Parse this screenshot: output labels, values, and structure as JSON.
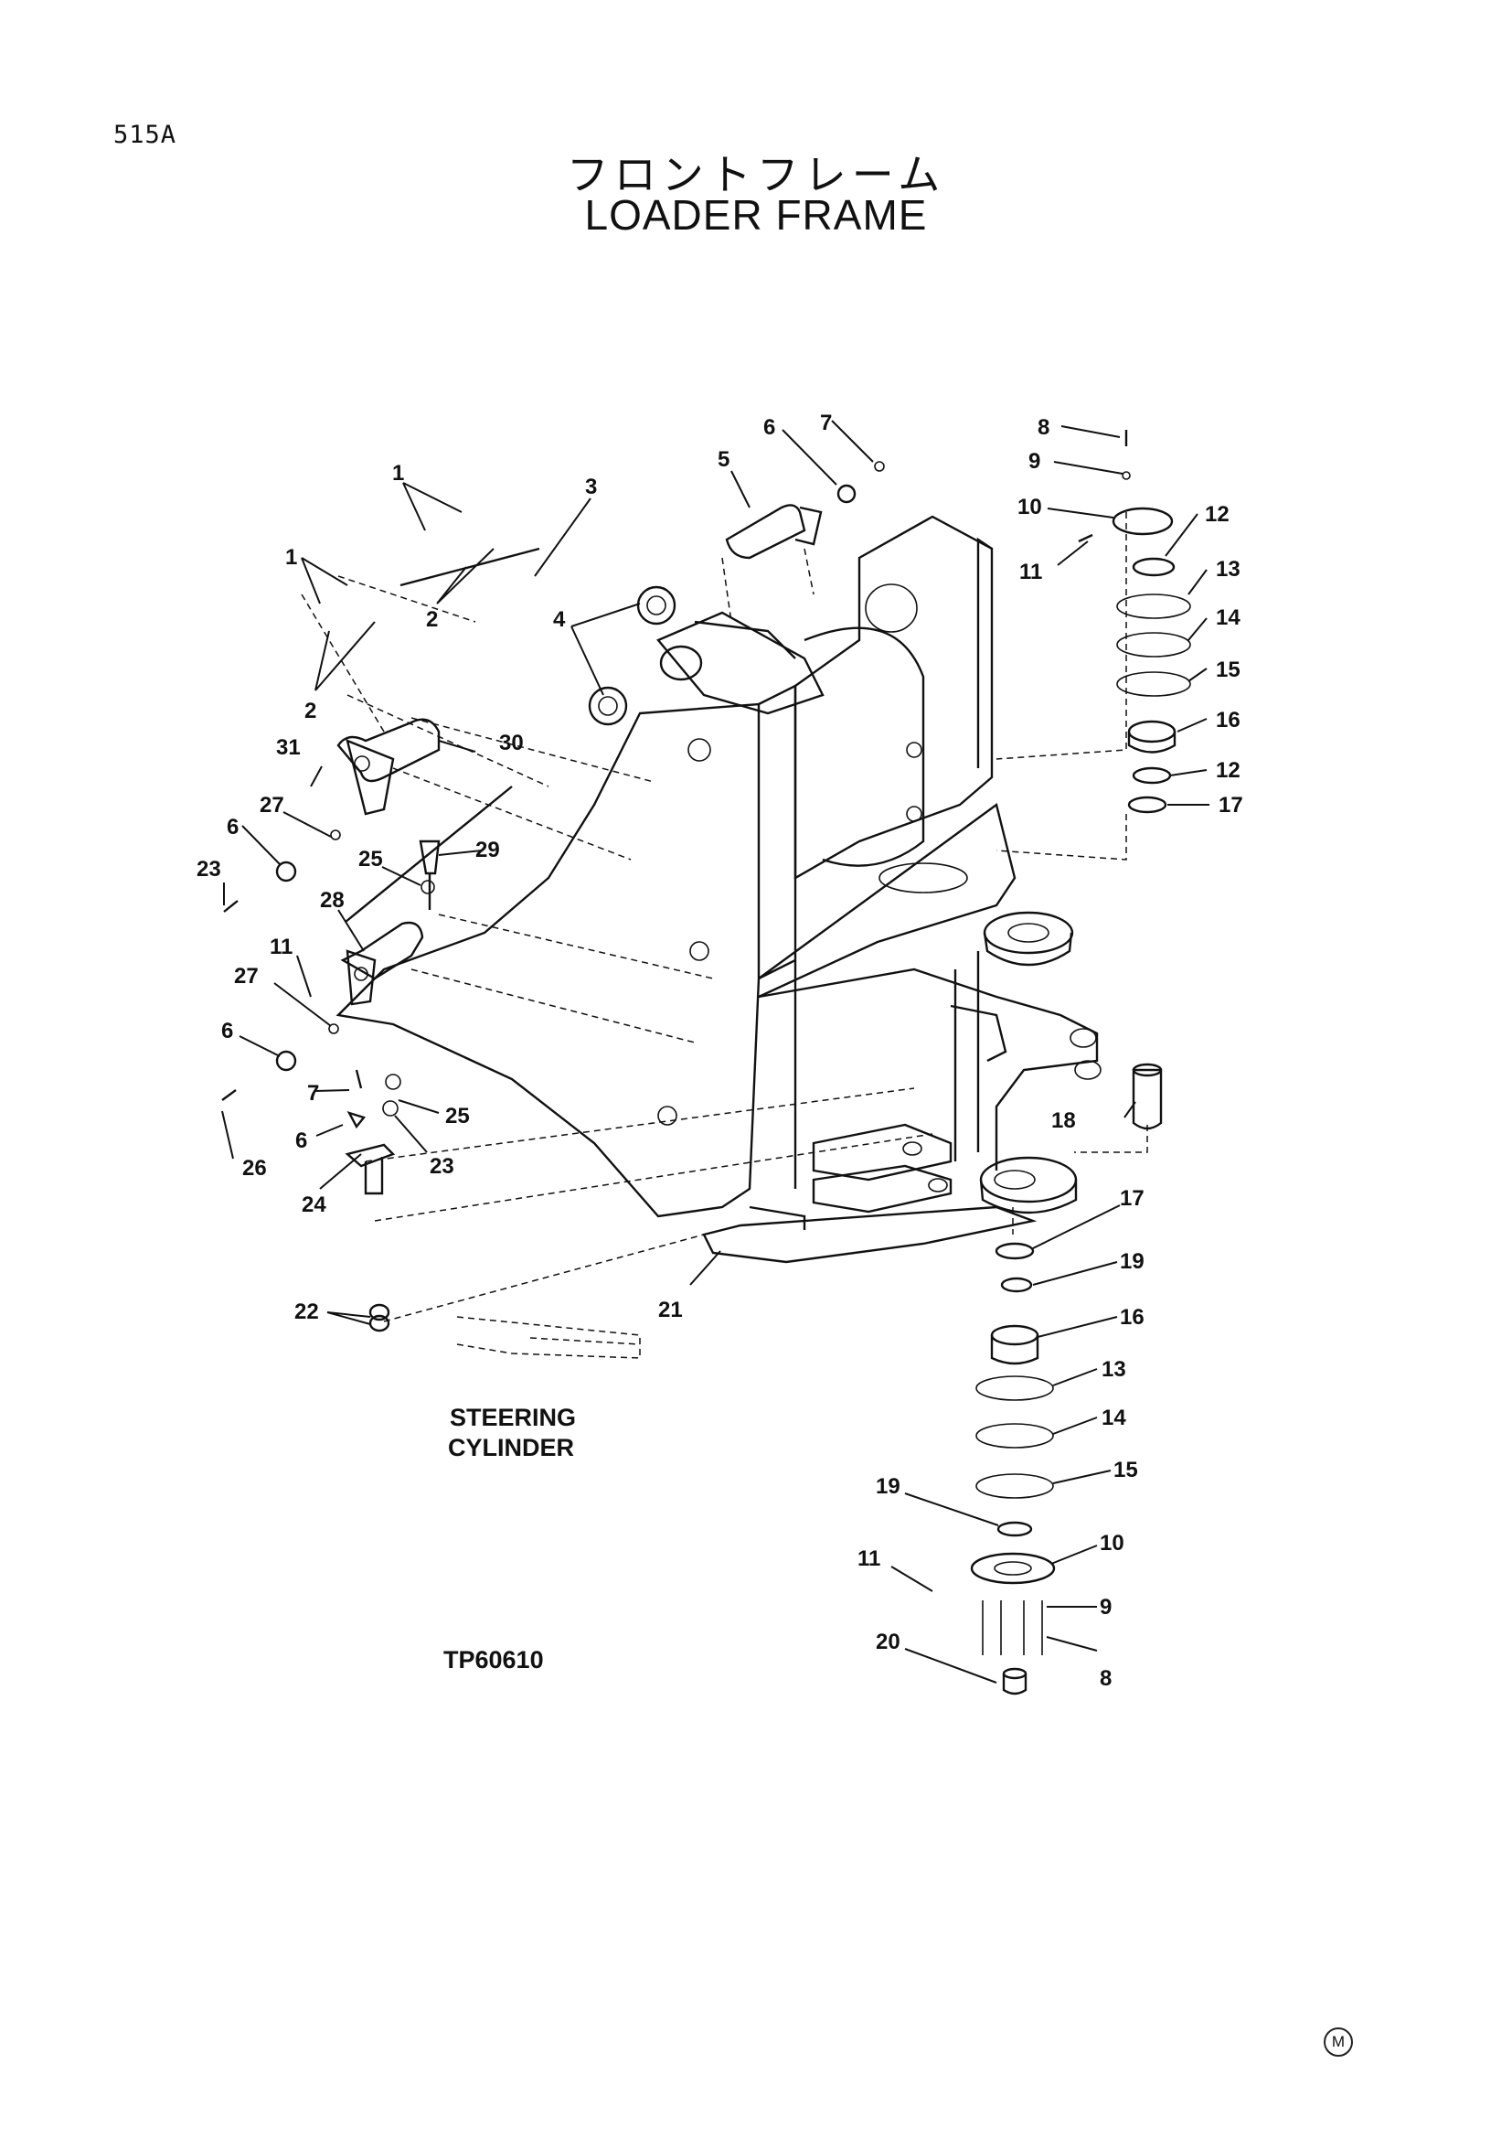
{
  "page_code": "515A",
  "title_jp": "フロントフレーム",
  "title_en": "LOADER FRAME",
  "steering_label_line1": "STEERING",
  "steering_label_line2": "CYLINDER",
  "drawing_code": "TP60610",
  "mark": "M",
  "callouts": [
    "1",
    "2",
    "3",
    "4",
    "5",
    "6",
    "7",
    "8",
    "9",
    "10",
    "11",
    "12",
    "13",
    "14",
    "15",
    "16",
    "17",
    "18",
    "19",
    "20",
    "21",
    "22",
    "23",
    "24",
    "25",
    "26",
    "27",
    "28",
    "29",
    "30",
    "31"
  ]
}
